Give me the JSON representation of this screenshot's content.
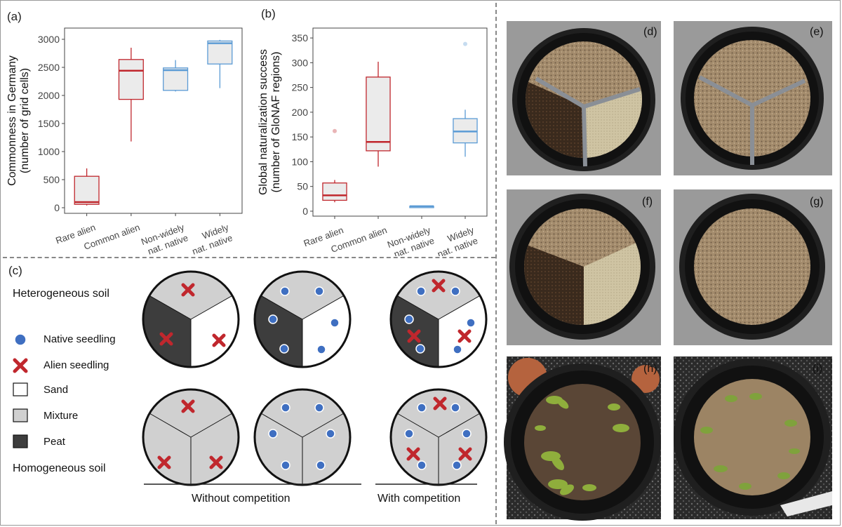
{
  "panel_labels": {
    "a": "(a)",
    "b": "(b)",
    "c": "(c)",
    "d": "(d)",
    "e": "(e)",
    "f": "(f)",
    "g": "(g)",
    "h": "(h)",
    "i": "(i)"
  },
  "chart_data": [
    {
      "type": "box",
      "ylabel_line1": "Commonness in Germany",
      "ylabel_line2": "(number of grid cells)",
      "ylim": [
        -100,
        3200
      ],
      "yticks": [
        0,
        500,
        1000,
        1500,
        2000,
        2500,
        3000
      ],
      "categories": [
        "Rare alien",
        "Common alien",
        "Non-widely|nat. native",
        "Widely|nat. native"
      ],
      "boxes": [
        {
          "min": 40,
          "q1": 60,
          "median": 100,
          "q3": 560,
          "max": 700,
          "color": "#c0272d",
          "outliers": []
        },
        {
          "min": 1180,
          "q1": 1930,
          "median": 2440,
          "q3": 2640,
          "max": 2850,
          "color": "#c0272d",
          "outliers": []
        },
        {
          "min": 2070,
          "q1": 2090,
          "median": 2450,
          "q3": 2490,
          "max": 2630,
          "color": "#5b9bd5",
          "outliers": []
        },
        {
          "min": 2130,
          "q1": 2560,
          "median": 2930,
          "q3": 2970,
          "max": 2990,
          "color": "#5b9bd5",
          "outliers": []
        }
      ]
    },
    {
      "type": "box",
      "ylabel_line1": "Global naturalization success",
      "ylabel_line2": "(number of GloNAF regions)",
      "ylim": [
        -10,
        370
      ],
      "yticks": [
        0,
        50,
        100,
        150,
        200,
        250,
        300,
        350
      ],
      "categories": [
        "Rare alien",
        "Common alien",
        "Non-widely|nat. native",
        "Widely|nat. native"
      ],
      "boxes": [
        {
          "min": 18,
          "q1": 22,
          "median": 32,
          "q3": 57,
          "max": 63,
          "color": "#c0272d",
          "outliers": [
            162
          ]
        },
        {
          "min": 90,
          "q1": 122,
          "median": 140,
          "q3": 271,
          "max": 302,
          "color": "#c0272d",
          "outliers": []
        },
        {
          "min": 10,
          "q1": 10,
          "median": 10,
          "q3": 10,
          "max": 10,
          "color": "#5b9bd5",
          "outliers": []
        },
        {
          "min": 110,
          "q1": 138,
          "median": 161,
          "q3": 187,
          "max": 205,
          "color": "#5b9bd5",
          "outliers": [
            338
          ]
        }
      ]
    }
  ],
  "legend": {
    "heterogeneous": "Heterogeneous soil",
    "homogeneous": "Homogeneous soil",
    "native": "Native seedling",
    "alien": "Alien seedling",
    "sand": "Sand",
    "mixture": "Mixture",
    "peat": "Peat",
    "without_competition": "Without competition",
    "with_competition": "With competition"
  },
  "colors": {
    "alien": "#c0272d",
    "native": "#3f6fc1",
    "peat": "#3d3d3d",
    "mixture": "#d0d0d0",
    "sand": "#ffffff",
    "box_fill": "#ebebeb"
  }
}
